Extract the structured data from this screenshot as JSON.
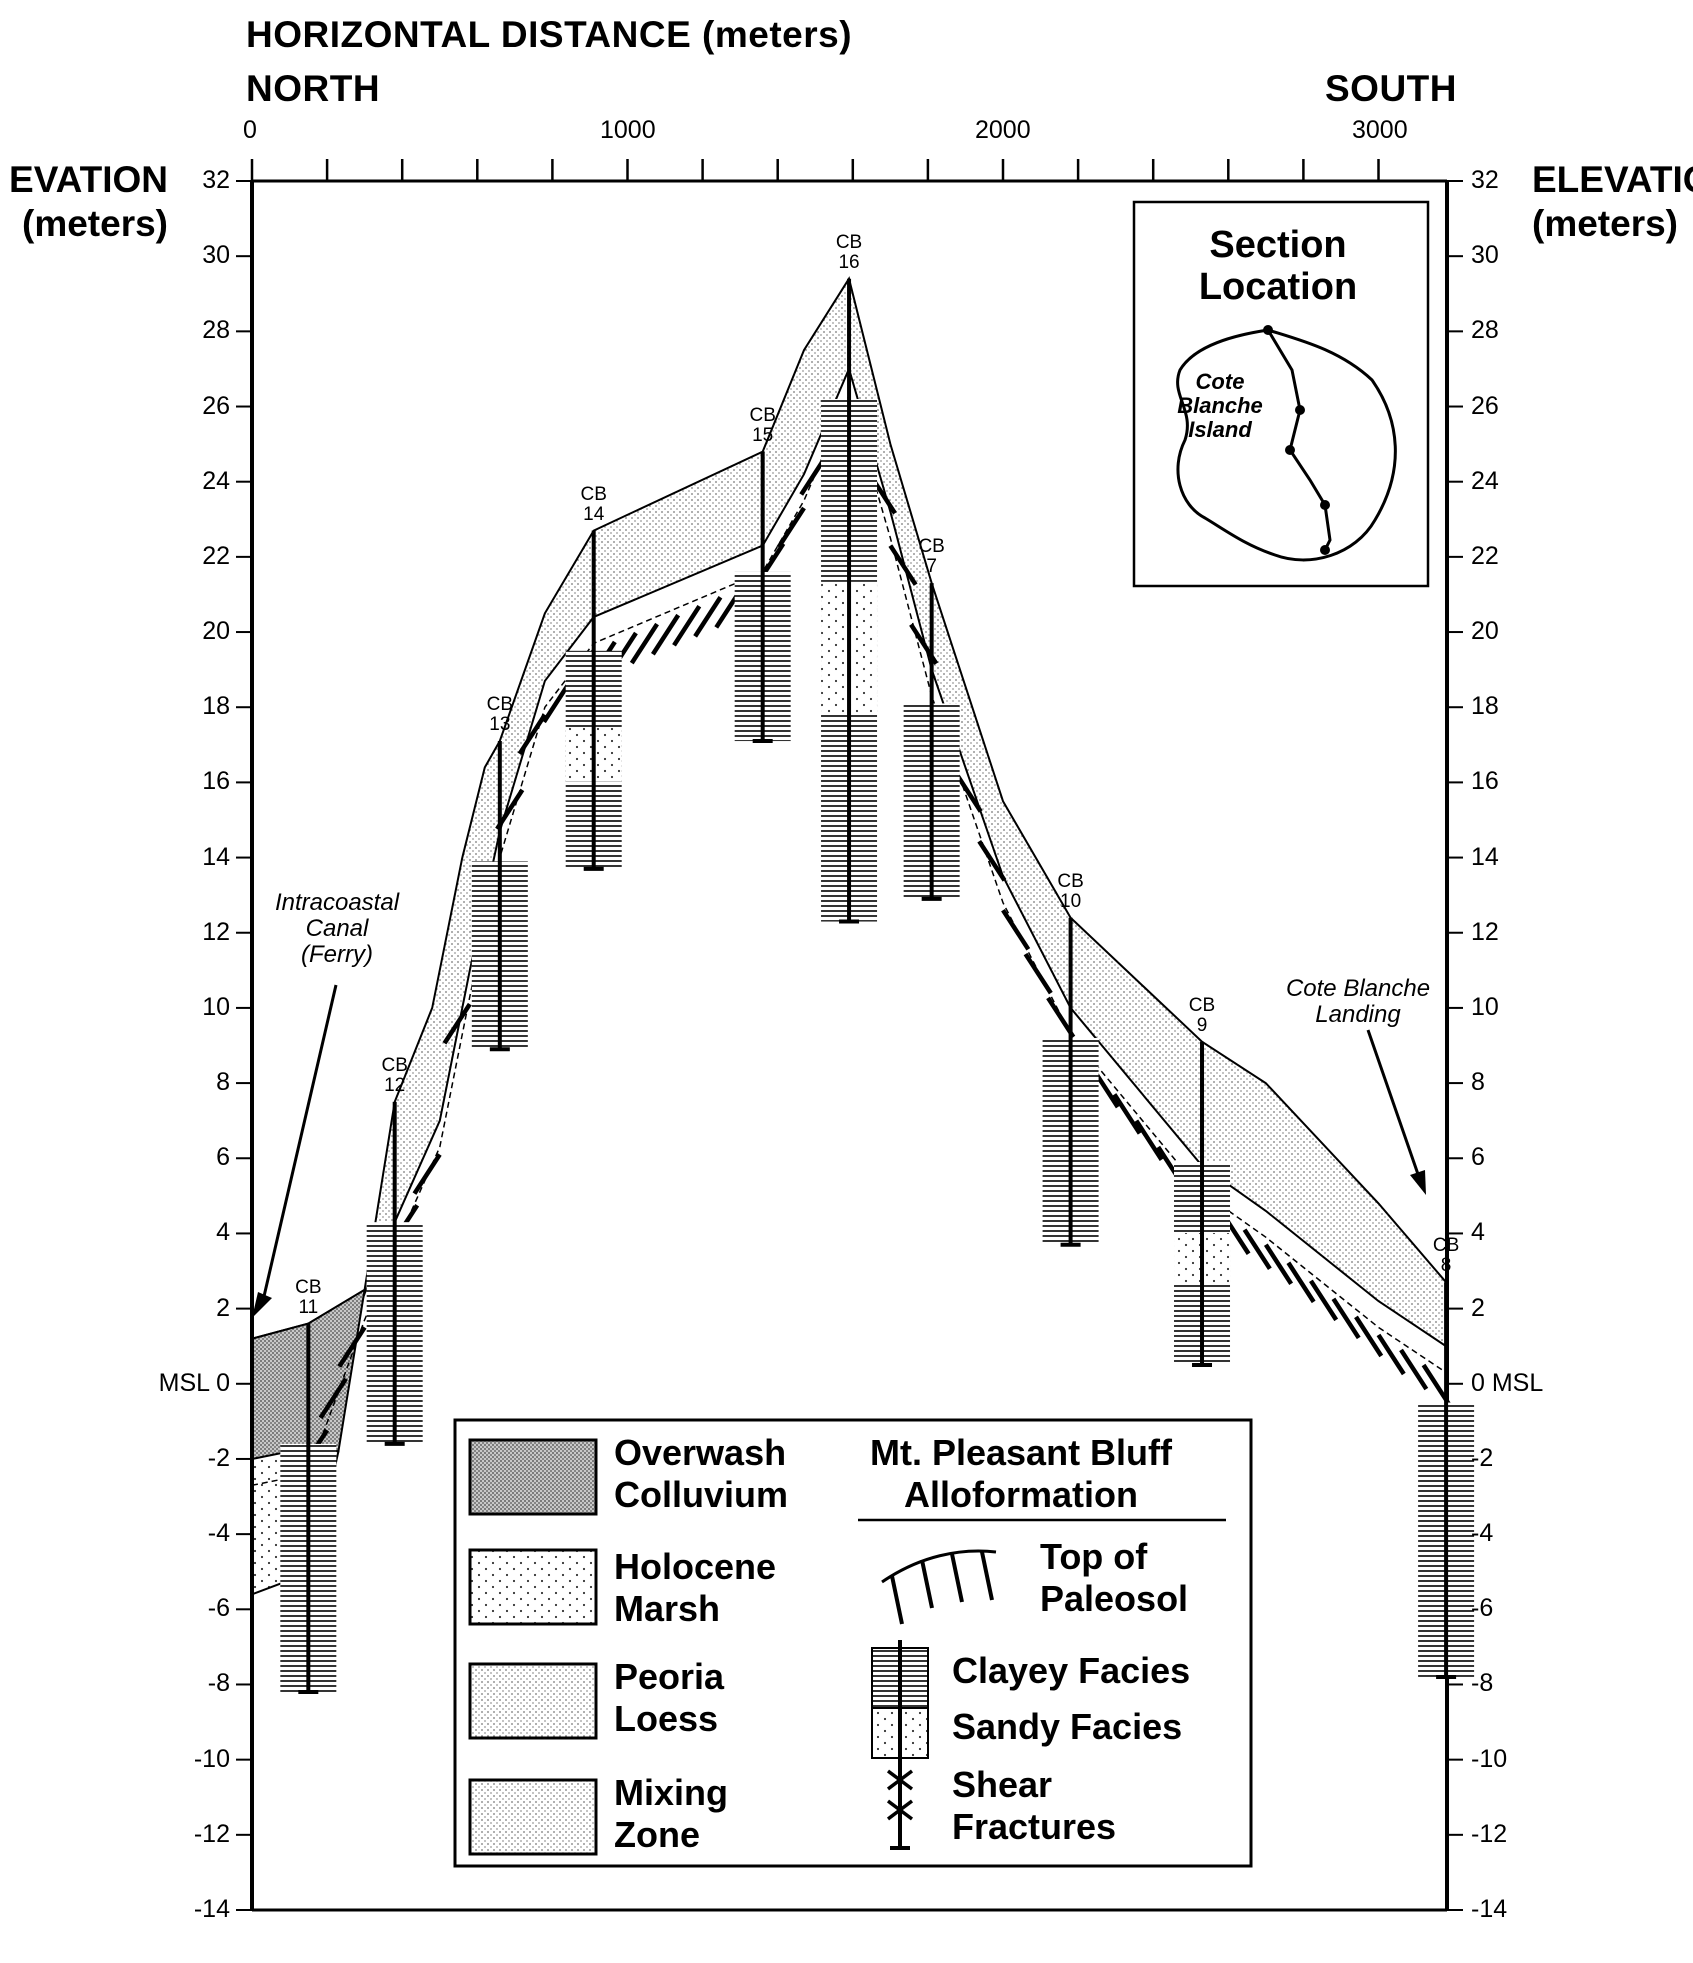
{
  "header": {
    "title": "HORIZONTAL DISTANCE (meters)",
    "north": "NORTH",
    "south": "SOUTH"
  },
  "axes": {
    "left_label": "EVATION\n(meters)",
    "right_label": "ELEVATIO\n(meters)",
    "x_ticks": [
      "0",
      "1000",
      "2000",
      "3000"
    ],
    "y_ticks": [
      "32",
      "30",
      "28",
      "26",
      "24",
      "22",
      "20",
      "18",
      "16",
      "14",
      "12",
      "10",
      "8",
      "6",
      "4",
      "2",
      "MSL 0",
      "-2",
      "-4",
      "-6",
      "-8",
      "-10",
      "-12",
      "-14"
    ],
    "y_ticks_right": [
      "32",
      "30",
      "28",
      "26",
      "24",
      "22",
      "20",
      "18",
      "16",
      "14",
      "12",
      "10",
      "8",
      "6",
      "4",
      "2",
      "0 MSL",
      "-2",
      "-4",
      "-6",
      "-8",
      "-10",
      "-12",
      "-14"
    ]
  },
  "boreholes": [
    {
      "label": "CB\n11",
      "x": 150,
      "top": 1.6,
      "bottom": -8.2
    },
    {
      "label": "CB\n12",
      "x": 380,
      "top": 7.5,
      "bottom": -1.6
    },
    {
      "label": "CB\n13",
      "x": 660,
      "top": 17.1,
      "bottom": 8.9
    },
    {
      "label": "CB\n14",
      "x": 910,
      "top": 22.7,
      "bottom": 13.7
    },
    {
      "label": "CB\n15",
      "x": 1360,
      "top": 24.8,
      "bottom": 17.1
    },
    {
      "label": "CB\n16",
      "x": 1590,
      "top": 29.4,
      "bottom": 12.3
    },
    {
      "label": "CB\n7",
      "x": 1810,
      "top": 21.3,
      "bottom": 12.9
    },
    {
      "label": "CB\n10",
      "x": 2180,
      "top": 12.4,
      "bottom": 3.7
    },
    {
      "label": "CB\n9",
      "x": 2530,
      "top": 9.1,
      "bottom": 0.5
    },
    {
      "label": "CB\n8",
      "x": 3180,
      "top": 2.7,
      "bottom": -7.8
    }
  ],
  "annotations": {
    "canal": "Intracoastal\nCanal\n(Ferry)",
    "landing": "Cote Blanche\nLanding"
  },
  "inset": {
    "title": "Section\nLocation",
    "island": "Cote\nBlanche\nIsland"
  },
  "legend": {
    "overwash": "Overwash\nColluvium",
    "marsh": "Holocene\nMarsh",
    "loess": "Peoria\nLoess",
    "mixing": "Mixing\nZone",
    "alloformation": "Mt. Pleasant Bluff\nAlloformation",
    "paleosol": "Top of\nPaleosol",
    "clayey": "Clayey Facies",
    "sandy": "Sandy Facies",
    "shear": "Shear\nFractures"
  }
}
